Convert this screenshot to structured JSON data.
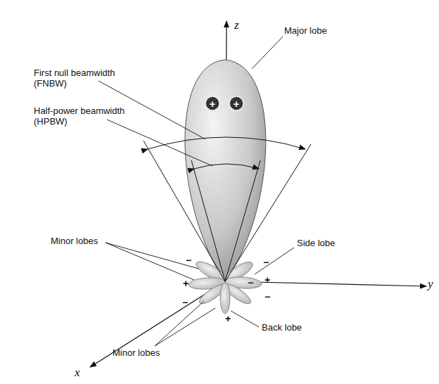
{
  "diagram": {
    "labels": [
      "z",
      "Major lobe",
      "First null beamwidth (FNBW)",
      "Half-power beamwidth (HPBW)",
      "+",
      "+",
      "Minor lobes",
      "Side lobe",
      "−",
      "+",
      "−",
      "−",
      "−",
      "+",
      "−",
      "+",
      "Back lobe",
      "Minor lobes",
      "y",
      "x"
    ]
  }
}
